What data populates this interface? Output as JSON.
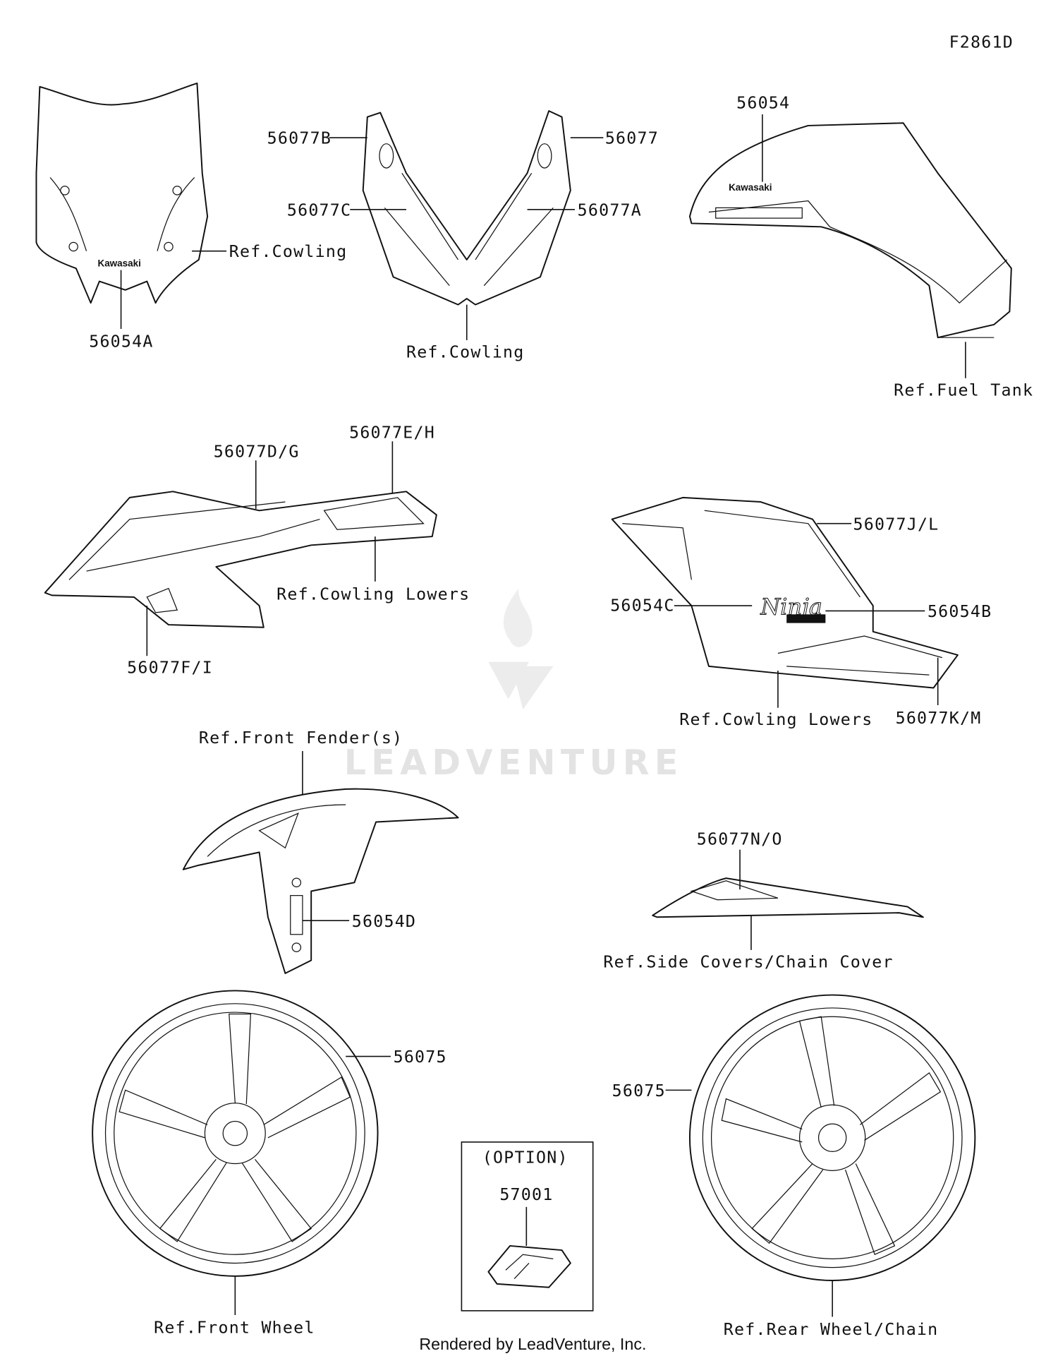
{
  "diagram_id": "F2861D",
  "watermark": "LEADVENTURE",
  "footer": "Rendered by LeadVenture, Inc.",
  "brand_text": "Kawasaki",
  "labels": {
    "windshield_decal": "56054A",
    "windshield_ref": "Ref.Cowling",
    "upper_cowl_b": "56077B",
    "upper_cowl": "56077",
    "upper_cowl_c": "56077C",
    "upper_cowl_a": "56077A",
    "upper_cowl_ref": "Ref.Cowling",
    "tank_decal": "56054",
    "tank_ref": "Ref.Fuel Tank",
    "left_lower_dg": "56077D/G",
    "left_lower_eh": "56077E/H",
    "left_lower_ref": "Ref.Cowling Lowers",
    "left_lower_fi": "56077F/I",
    "right_lower_jl": "56077J/L",
    "right_lower_c": "56054C",
    "right_lower_b": "56054B",
    "right_lower_ref": "Ref.Cowling Lowers",
    "right_lower_km": "56077K/M",
    "fender_ref": "Ref.Front Fender(s)",
    "fender_decal": "56054D",
    "side_cover_decal": "56077N/O",
    "side_cover_ref": "Ref.Side Covers/Chain Cover",
    "front_wheel_decal": "56075",
    "rear_wheel_decal": "56075",
    "option_title": "(OPTION)",
    "option_part": "57001",
    "front_wheel_ref": "Ref.Front Wheel",
    "rear_wheel_ref": "Ref.Rear Wheel/Chain"
  }
}
